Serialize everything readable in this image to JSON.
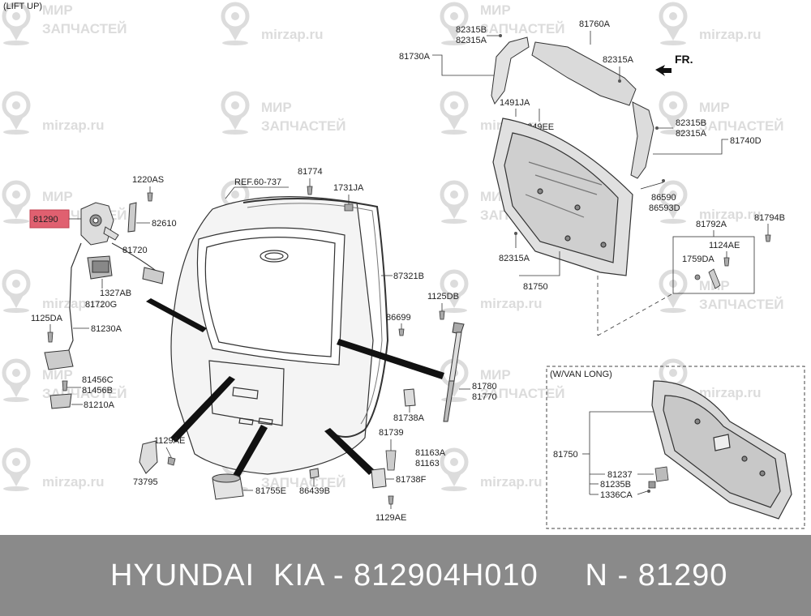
{
  "header": {
    "title": "(LIFT UP)"
  },
  "watermark": {
    "brand_line1": "МИР",
    "brand_line2": "ЗАПЧАСТЕЙ",
    "site": "mirzap.ru"
  },
  "inset": {
    "title": "(W/VAN LONG)"
  },
  "ref_label": "REF.60-737",
  "direction_label": "FR.",
  "highlight": {
    "part": "81290",
    "color": "#e06070"
  },
  "footer": {
    "text": "HYUNDAI  KIA - 812904H010     N - 81290",
    "background": "#8a8a8a"
  },
  "labels": {
    "l1220AS": "1220AS",
    "l82610": "82610",
    "l81720": "81720",
    "l1327AB": "1327AB",
    "l81720G": "81720G",
    "l1125DA": "1125DA",
    "l81230A": "81230A",
    "l81456C": "81456C",
    "l81456B": "81456B",
    "l81210A": "81210A",
    "l1129AE_a": "1129AE",
    "l73795": "73795",
    "l81755E": "81755E",
    "l86439B": "86439B",
    "l81774": "81774",
    "l1731JA": "1731JA",
    "l87321B": "87321B",
    "l1125DB": "1125DB",
    "l86699": "86699",
    "l81780": "81780",
    "l81770": "81770",
    "l81738A": "81738A",
    "l81739": "81739",
    "l81163A": "81163A",
    "l81163": "81163",
    "l81738F": "81738F",
    "l1129AE_b": "1129AE",
    "l82315B_a": "82315B",
    "l82315A_a": "82315A",
    "l81730A": "81730A",
    "l81760A": "81760A",
    "l82315A_b": "82315A",
    "l1491JA": "1491JA",
    "l1249EE": "1249EE",
    "l82315B_c": "82315B",
    "l82315A_c": "82315A",
    "l81740D": "81740D",
    "l86590": "86590",
    "l86593D": "86593D",
    "l81792A": "81792A",
    "l81794B": "81794B",
    "l1124AE": "1124AE",
    "l1759DA": "1759DA",
    "l82315A_d": "82315A",
    "l81750_a": "81750",
    "l81750_b": "81750",
    "l81237": "81237",
    "l81235B": "81235B",
    "l1336CA": "1336CA"
  }
}
